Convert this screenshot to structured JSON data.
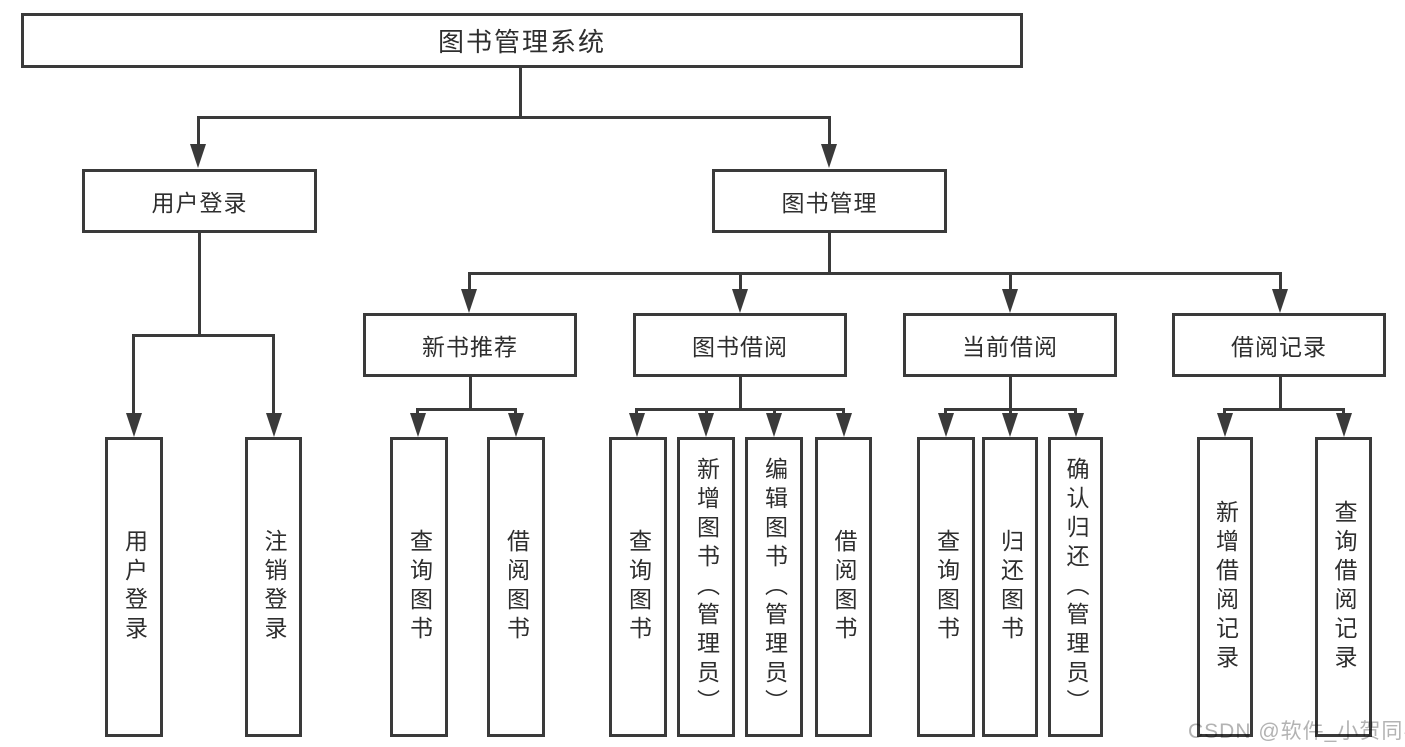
{
  "tree": {
    "root": "图书管理系统",
    "children": [
      {
        "label": "用户登录",
        "children": [
          "用户登录",
          "注销登录"
        ]
      },
      {
        "label": "图书管理",
        "children": [
          {
            "label": "新书推荐",
            "children": [
              "查询图书",
              "借阅图书"
            ]
          },
          {
            "label": "图书借阅",
            "children": [
              "查询图书",
              "新增图书（管理员）",
              "编辑图书（管理员）",
              "借阅图书"
            ]
          },
          {
            "label": "当前借阅",
            "children": [
              "查询图书",
              "归还图书",
              "确认归还（管理员）"
            ]
          },
          {
            "label": "借阅记录",
            "children": [
              "新增借阅记录",
              "查询借阅记录"
            ]
          }
        ]
      }
    ]
  },
  "watermark": "CSDN @软件_小贺同学",
  "colors": {
    "line": "#3a3a3a",
    "text": "#2e2e2e",
    "watermark": "#b3b3b3",
    "background": "#ffffff"
  }
}
